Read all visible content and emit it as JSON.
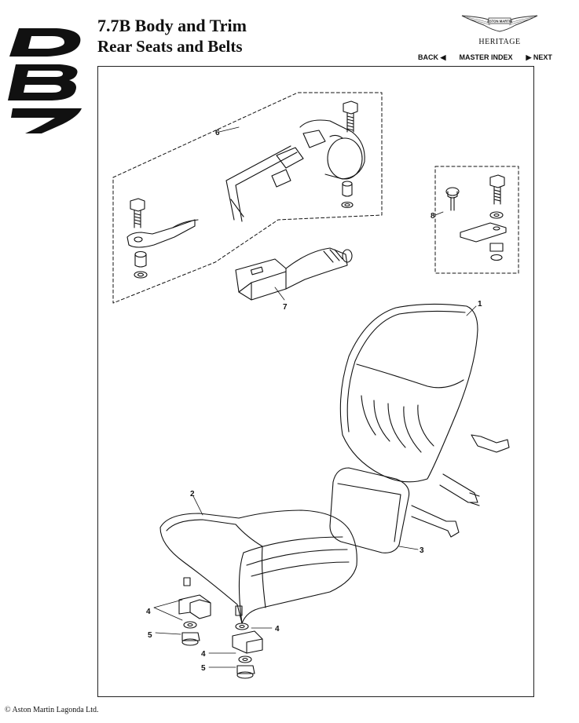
{
  "header": {
    "title": "7.7B  Body and Trim",
    "subtitle": "Rear Seats and Belts",
    "brand_wordmark": "ASTON MARTIN",
    "brand_tagline": "HERITAGE"
  },
  "nav": {
    "back": "BACK ◀",
    "index": "MASTER INDEX",
    "next": "▶ NEXT"
  },
  "logo_text": "DB7",
  "callouts": {
    "c1": "1",
    "c2": "2",
    "c3": "3",
    "c4a": "4",
    "c4b": "4",
    "c4c": "4",
    "c5a": "5",
    "c5b": "5",
    "c6": "6",
    "c7": "7",
    "c8": "8"
  },
  "footer": {
    "copyright": "© Aston Martin Lagonda Ltd."
  }
}
